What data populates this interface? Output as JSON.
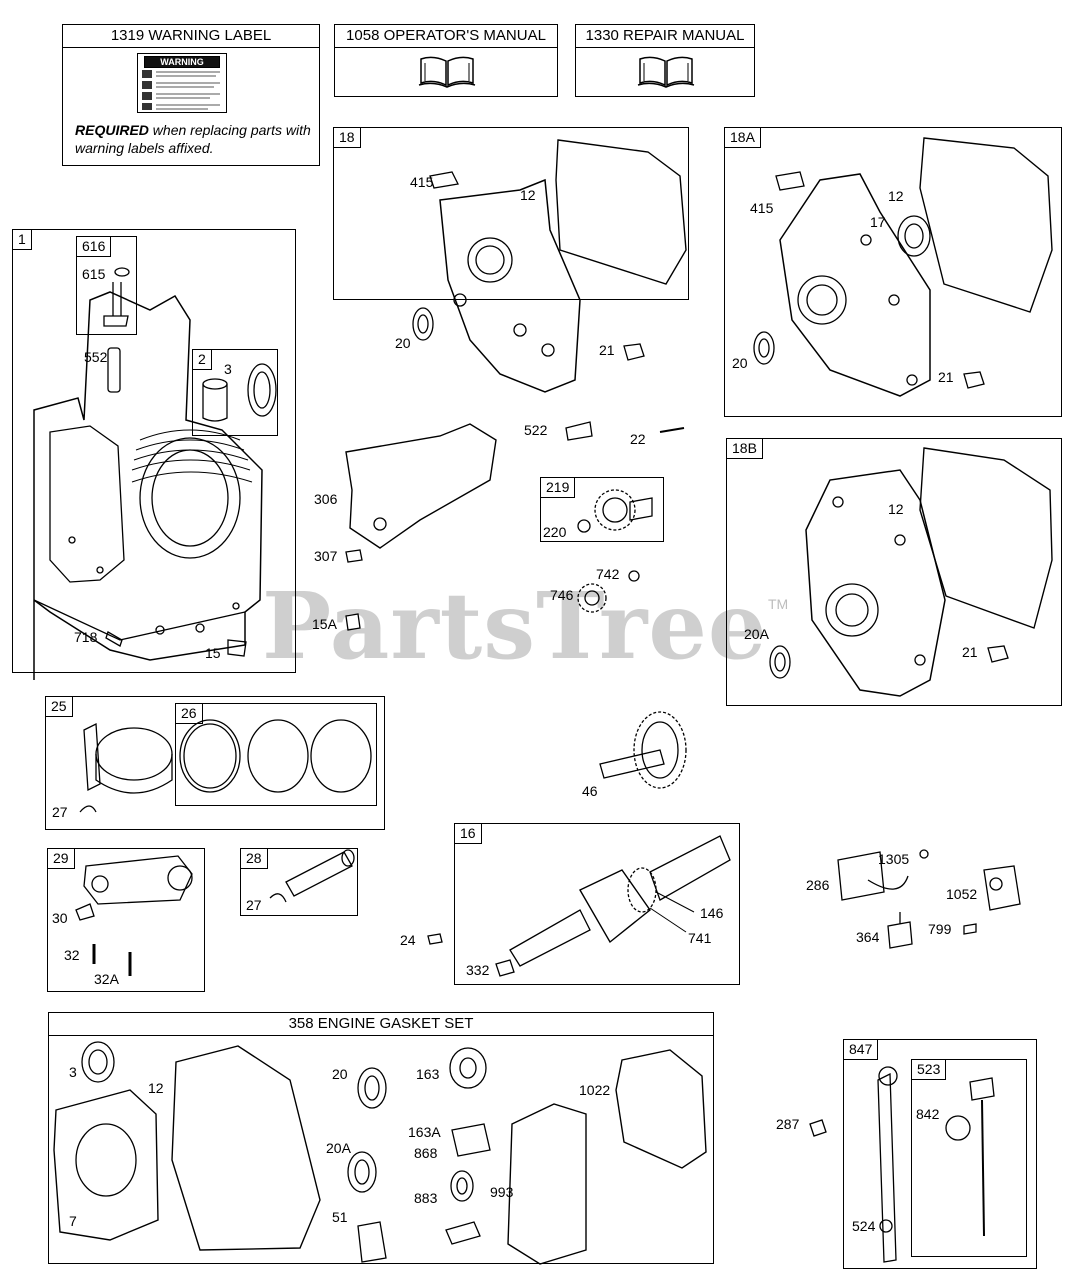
{
  "header_boxes": {
    "warning": {
      "title": "1319 WARNING LABEL",
      "required_word": "REQUIRED",
      "note": " when replacing parts with warning labels affixed.",
      "label_word": "WARNING"
    },
    "operators_manual": {
      "title": "1058 OPERATOR'S MANUAL"
    },
    "repair_manual": {
      "title": "1330 REPAIR MANUAL"
    }
  },
  "groups": {
    "g1": "1",
    "g616": "616",
    "g2": "2",
    "g18": "18",
    "g18a": "18A",
    "g18b": "18B",
    "g219": "219",
    "g25": "25",
    "g26": "26",
    "g29": "29",
    "g28": "28",
    "g16": "16",
    "g847": "847",
    "g523": "523"
  },
  "gasket_set": {
    "title": "358 ENGINE GASKET SET"
  },
  "part_labels": {
    "p615": "615",
    "p552": "552",
    "p3a": "3",
    "p718": "718",
    "p15": "15",
    "p415a": "415",
    "p12a": "12",
    "p20a": "20",
    "p21a": "21",
    "p415b": "415",
    "p12b": "12",
    "p17": "17",
    "p20b": "20",
    "p21b": "21",
    "p12c": "12",
    "p20A": "20A",
    "p21c": "21",
    "p522": "522",
    "p22": "22",
    "p306": "306",
    "p307": "307",
    "p220": "220",
    "p742": "742",
    "p746": "746",
    "p15A": "15A",
    "p27a": "27",
    "p46": "46",
    "p30": "30",
    "p32": "32",
    "p32A": "32A",
    "p27b": "27",
    "p146": "146",
    "p741": "741",
    "p24": "24",
    "p332": "332",
    "p1305": "1305",
    "p286": "286",
    "p1052": "1052",
    "p364": "364",
    "p799": "799",
    "p3b": "3",
    "p12d": "12",
    "p7": "7",
    "p20c": "20",
    "p20Ab": "20A",
    "p51": "51",
    "p163": "163",
    "p163A": "163A",
    "p868": "868",
    "p883": "883",
    "p993": "993",
    "p1022": "1022",
    "p287": "287",
    "p842": "842",
    "p524": "524"
  },
  "watermark": {
    "text": "PartsTree",
    "tm": "TM"
  },
  "colors": {
    "line": "#000000",
    "watermark": "#cfcfcf",
    "background": "#ffffff"
  }
}
